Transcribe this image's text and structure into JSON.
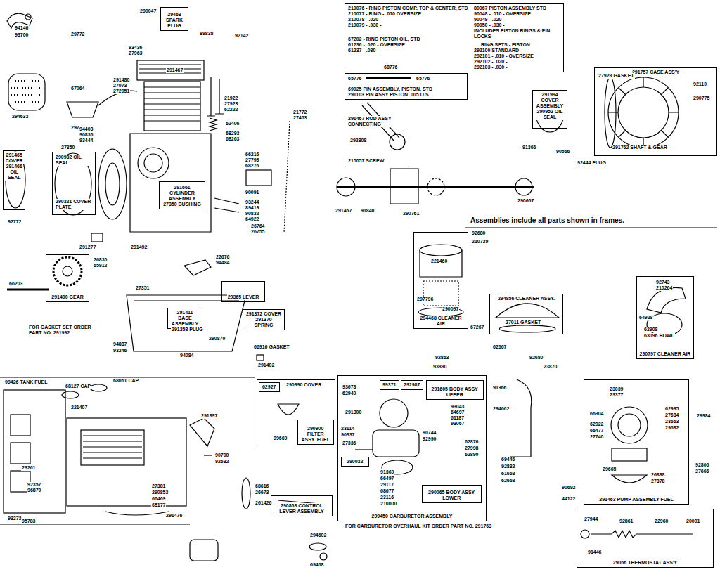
{
  "diagram": {
    "nodes": [
      {
        "text": [
          "210076 - RING PISTON COMP. TOP & CENTER, STD",
          "210077 - RING - .010 OVERSIZE",
          "210078 - .020 -",
          "210079 - .030 -",
          "67202 - RING PISTON OIL, STD",
          "61236 - .020 - OVERSIZE",
          "61237 - .030 -",
          "80067 PISTON ASSEMBLY STD",
          "90048 - .010 - OVERSIZE",
          "90049 - .020 -",
          "90050 - .030 -",
          "INCLUDES PISTON RINGS & PIN LOCKS",
          "RING SETS - PISTON",
          "292100 STANDARD",
          "292101 - .010 - OVERSIZE",
          "292102 - .020 -",
          "292103 - .030 -"
        ]
      },
      {
        "text": [
          "65776",
          "65776",
          "69025 PIN ASSEMBLY, PISTON, STD",
          "291103 PIN ASSY PISTON .005 O.S."
        ]
      },
      {
        "text": [
          "291467 ROD ASSY CONNECTING",
          "215057 SCREW"
        ]
      },
      {
        "text": [
          "29463 SPARK PLUG"
        ]
      },
      {
        "text": [
          "291661 CYLINDER ASSEMBLY",
          "27350 BUSHING"
        ]
      },
      {
        "text": [
          "291465 COVER",
          "291466 OIL SEAL"
        ]
      },
      {
        "text": [
          "290982 OIL SEAL",
          "290321 COVER PLATE"
        ]
      },
      {
        "text": [
          "291400 GEAR"
        ]
      },
      {
        "text": [
          "29365 LEVER"
        ]
      },
      {
        "text": [
          "291411 BASE ASSEMBLY"
        ]
      },
      {
        "text": [
          "291372 COVER",
          "291370 SPRING"
        ]
      },
      {
        "text": [
          "291757 CASE ASS'Y"
        ]
      },
      {
        "text": [
          "291994 COVER ASSEMBLY",
          "290952 OIL SEAL"
        ]
      },
      {
        "text": [
          "294468 CLEANER AIR"
        ]
      },
      {
        "text": [
          "294856 CLEANER ASSY."
        ]
      },
      {
        "text": [
          "290797 CLEANER AIR"
        ]
      },
      {
        "text": [
          "290990 COVER"
        ]
      },
      {
        "text": [
          "62927"
        ],
        "in": 16
      },
      {
        "text": [
          "290900 FILTER ASSY. FUEL"
        ],
        "in": 16
      },
      {
        "text": [
          "299450 CARBURETOR ASSEMBLY"
        ]
      },
      {
        "text": [
          "99371"
        ],
        "in": 19
      },
      {
        "text": [
          "292987"
        ],
        "in": 19
      },
      {
        "text": [
          "291605 BODY ASSY UPPER"
        ],
        "in": 19
      },
      {
        "text": [
          "290032"
        ],
        "in": 19
      },
      {
        "text": [
          "290065 BODY ASSY LOWER"
        ],
        "in": 19
      },
      {
        "text": [
          "290868 CONTROL LEVER ASSEMBLY"
        ]
      },
      {
        "text": [
          "291463 PUMP ASSEMBLY FUEL"
        ]
      },
      {
        "text": [
          "29066 THERMOSTAT ASS'Y"
        ]
      }
    ],
    "labels": [
      "94146",
      "93700",
      "29772",
      "290047",
      "89838",
      "92142",
      "93436",
      "27963",
      "291467",
      "291480",
      "27073",
      "272051",
      "67064",
      "294633",
      "297304",
      "21922",
      "27923",
      "62222",
      "94403",
      "90836",
      "93444",
      "27350",
      "62406",
      "68293",
      "68263",
      "21772",
      "27463",
      "66216",
      "27795",
      "68276",
      "90091",
      "93244",
      "89419",
      "90832",
      "64922",
      "26764",
      "26755",
      "92772",
      "291277",
      "291492",
      "26830",
      "65912",
      "66203",
      "22676",
      "94484",
      "27351",
      "FOR GASKET SET ORDER PART NO. 291992",
      "94887",
      "93246",
      "291358 PLUG",
      "290870",
      "94084",
      "66916 GASKET",
      "291402",
      "68776",
      "292808",
      "291467",
      "91840",
      "290761",
      "290667",
      "27928 GASKET",
      "92110",
      "290775",
      "91366",
      "90566",
      "291762 SHAFT & GEAR",
      "92444 PLUG",
      "Assemblies include all parts shown in frames.",
      "92680",
      "210739",
      "221460",
      "297796",
      "290097",
      "67267",
      "92863",
      "93880",
      "27011 GASKET",
      "62667",
      "92680",
      "23870",
      "92743",
      "210264",
      "64928",
      "62908",
      "63096 BOWL",
      "99426 TANK FUEL",
      "68127 CAP",
      "68061 CAP",
      "221407",
      "291897",
      "90700",
      "92632",
      "23261",
      "92357",
      "96870",
      "93273",
      "95783",
      "27381",
      "290853",
      "66469",
      "65177",
      "291476",
      "68616",
      "26673",
      "261426",
      "294602",
      "69468",
      "99669",
      "93678",
      "62940",
      "291300",
      "93043",
      "64697",
      "61187",
      "93067",
      "23114",
      "90337",
      "90744",
      "92990",
      "27336",
      "62876",
      "27998",
      "62890",
      "91360",
      "66497",
      "29117",
      "68677",
      "23116",
      "210000",
      "FOR CARBURETOR OVERHAUL KIT ORDER PART NO. 291763",
      "91966",
      "294662",
      "69446",
      "92832",
      "61668",
      "62668",
      "23039",
      "23377",
      "62995",
      "27684",
      "23663",
      "29682",
      "66304",
      "62022",
      "66477",
      "27740",
      "29665",
      "26888",
      "27378",
      "29984",
      "92806",
      "27666",
      "90692",
      "44122",
      "27944",
      "92861",
      "22960",
      "20001",
      "91446"
    ]
  }
}
